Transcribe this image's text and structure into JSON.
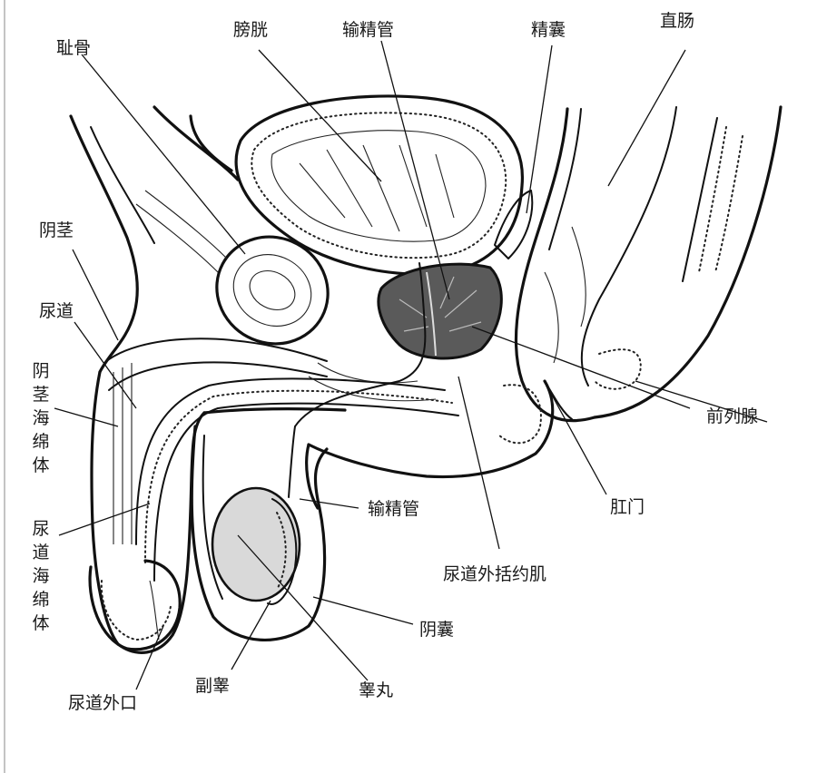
{
  "labels": {
    "pubic_bone": "耻骨",
    "bladder": "膀胱",
    "vas_deferens_top": "输精管",
    "seminal_vesicle": "精囊",
    "rectum": "直肠",
    "penis": "阴茎",
    "urethra": "尿道",
    "corpus_cavernosum": "阴茎海绵体",
    "prostate": "前列腺",
    "anus": "肛门",
    "vas_deferens_mid": "输精管",
    "urethral_sphincter": "尿道外括约肌",
    "corpus_spongiosum": "尿道海绵体",
    "scrotum": "阴囊",
    "epididymis": "副睾",
    "testis": "睾丸",
    "external_urethral_orifice": "尿道外口"
  },
  "colors": {
    "ink": "#111111",
    "prostate_fill": "#5a5a5a",
    "testis_fill": "#d9d9d9",
    "background": "#ffffff"
  }
}
